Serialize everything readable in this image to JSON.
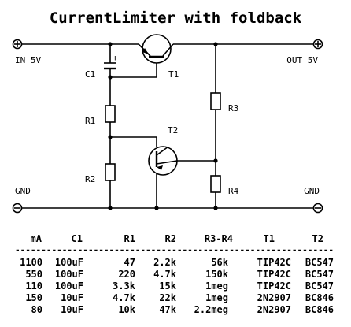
{
  "title": "CurrentLimiter with foldback",
  "labels": {
    "in": "IN 5V",
    "out": "OUT 5V",
    "gnd_left": "GND",
    "gnd_right": "GND",
    "c1": "C1",
    "c1_plus": "+",
    "t1": "T1",
    "t2": "T2",
    "r1": "R1",
    "r2": "R2",
    "r3": "R3",
    "r4": "R4"
  },
  "table": {
    "headers": [
      "mA",
      "C1",
      "R1",
      "R2",
      "R3-R4",
      "T1",
      "T2"
    ],
    "separator": "-------------------------------------------------------------",
    "rows": [
      [
        "1100",
        "100uF",
        "47",
        "2.2k",
        "56k",
        "TIP42C",
        "BC547"
      ],
      [
        "550",
        "100uF",
        "220",
        "4.7k",
        "150k",
        "TIP42C",
        "BC547"
      ],
      [
        "110",
        "100uF",
        "3.3k",
        "15k",
        "1meg",
        "TIP42C",
        "BC547"
      ],
      [
        "150",
        "10uF",
        "4.7k",
        "22k",
        "1meg",
        "2N2907",
        "BC846"
      ],
      [
        "80",
        "10uF",
        "10k",
        "47k",
        "2.2meg",
        "2N2907",
        "BC846"
      ]
    ]
  }
}
